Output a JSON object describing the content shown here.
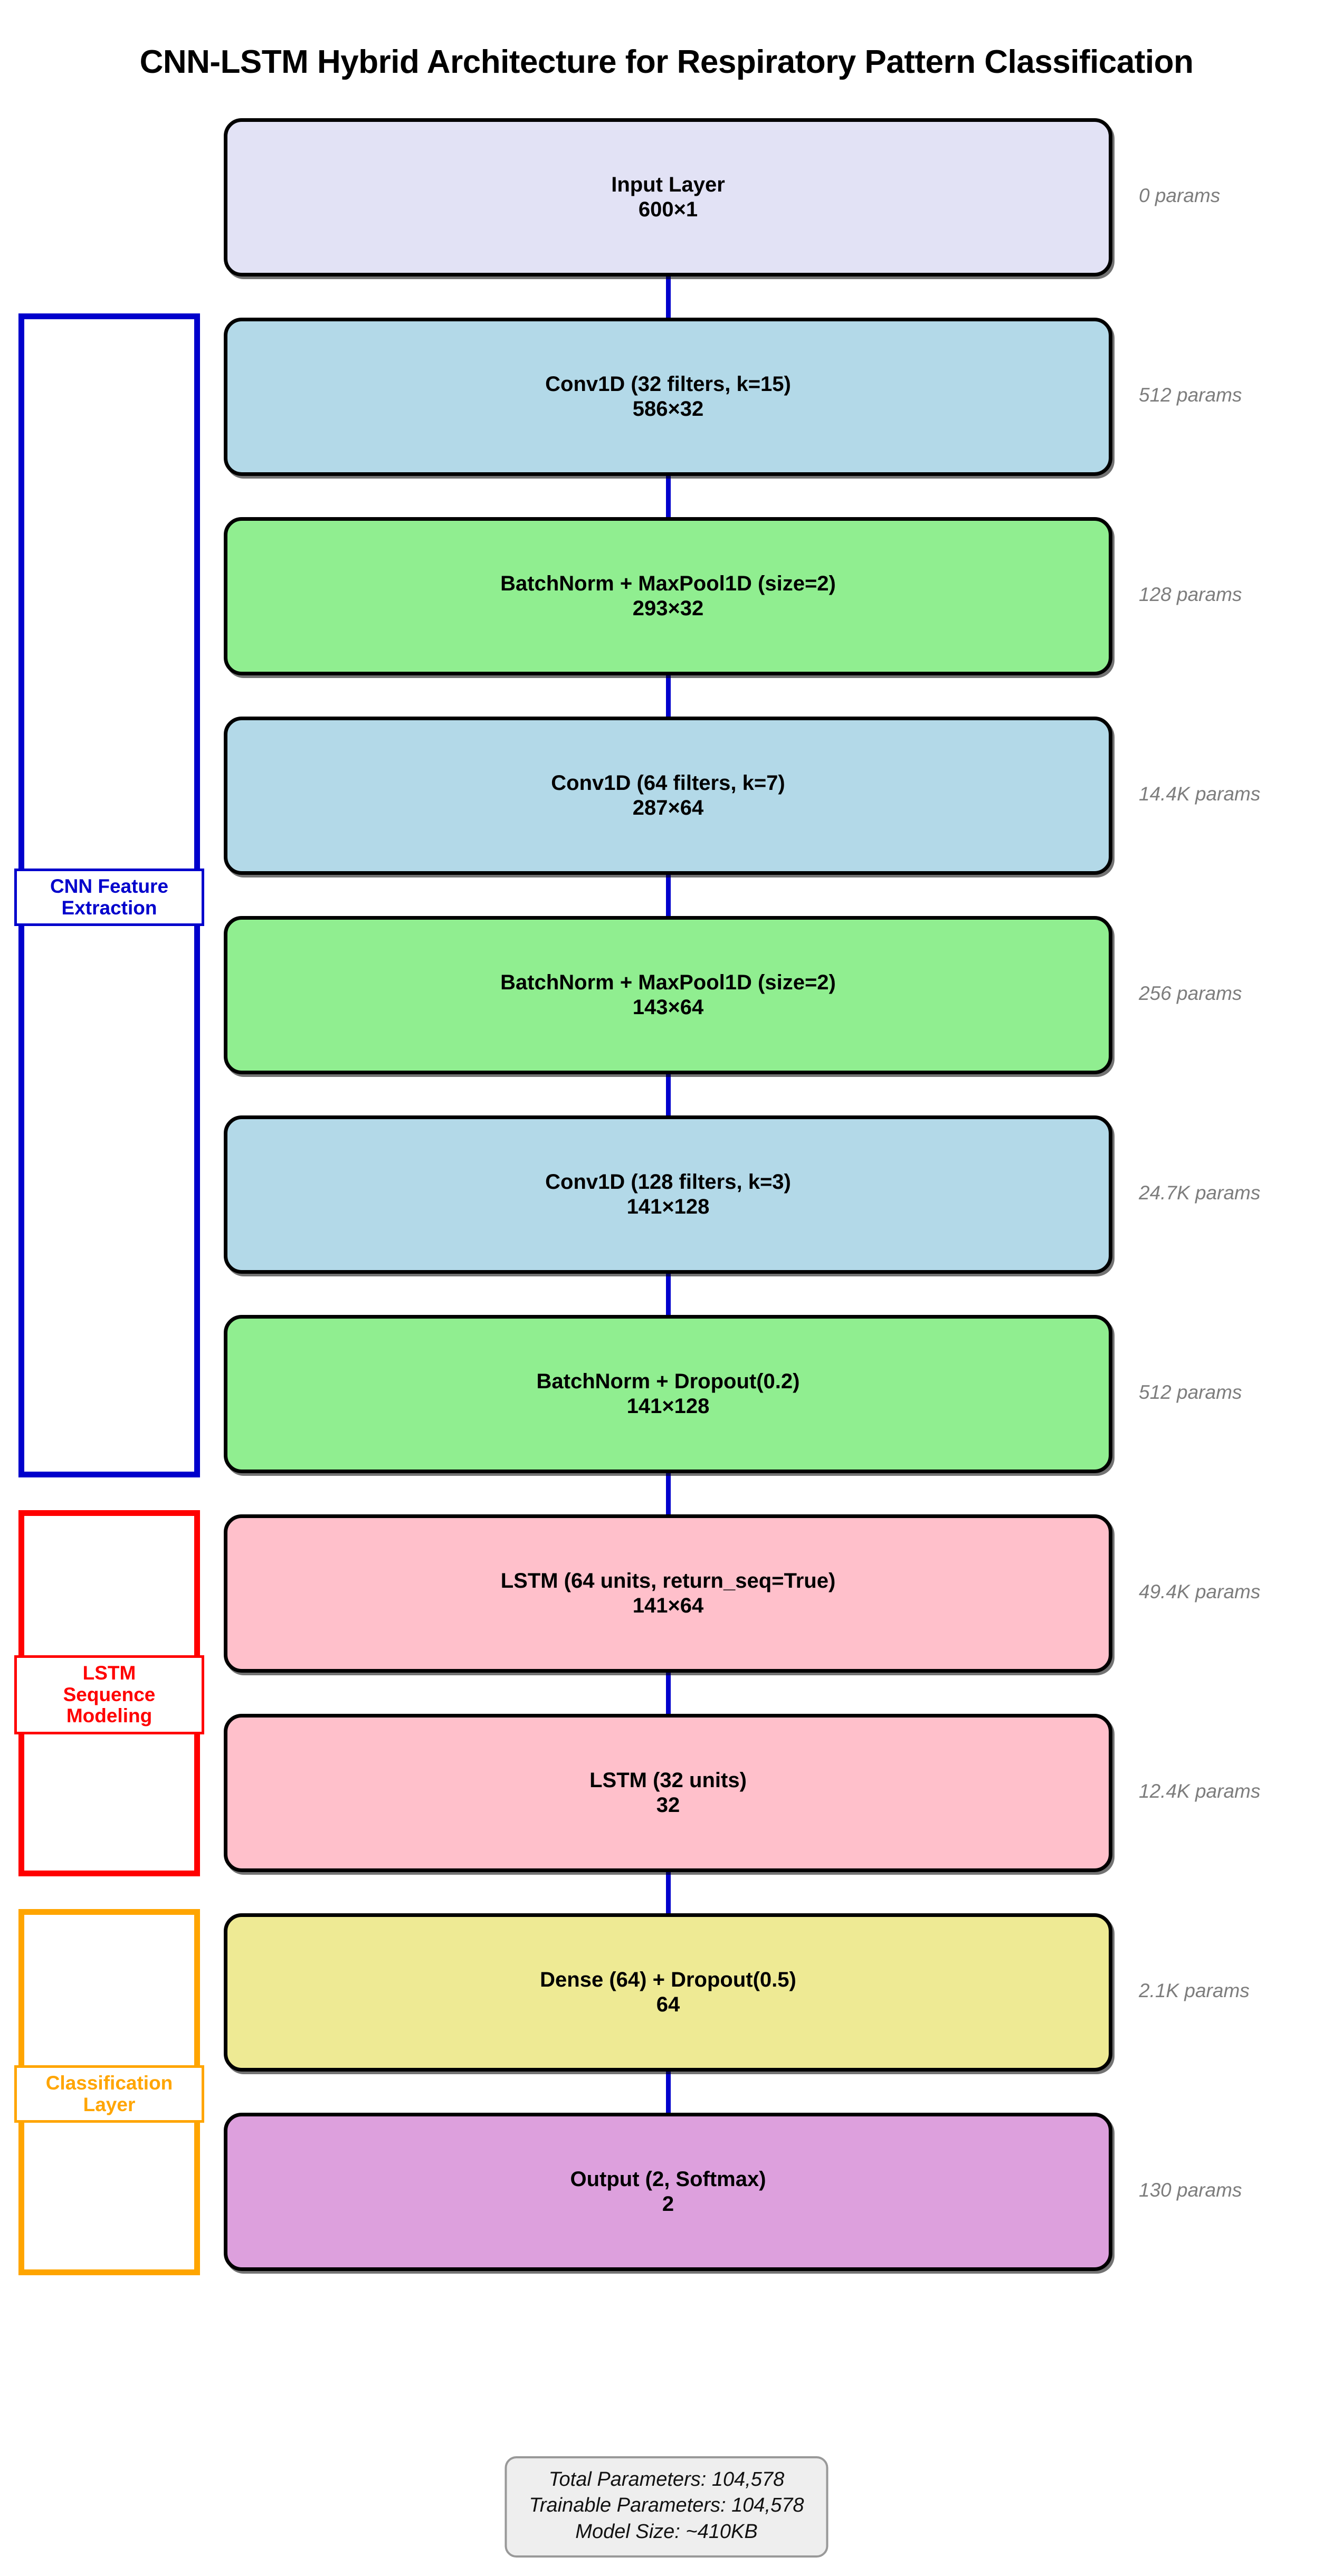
{
  "title": "CNN-LSTM Hybrid Architecture for Respiratory Pattern Classification",
  "colors": {
    "input": "#e2e2f5",
    "conv": "#b3d9e8",
    "norm": "#90ee90",
    "lstm": "#ffc0cb",
    "dense": "#eeea94",
    "output": "#dda0dd",
    "connector": "#0000cc",
    "group_cnn": "#0000cc",
    "group_lstm": "#ff0000",
    "group_cls": "#ffa500",
    "param_text": "#7d7d7d",
    "summary_bg": "#eeeeee",
    "summary_border": "#999999",
    "box_border": "#000000"
  },
  "layers": [
    {
      "name": "Input Layer",
      "shape": "600×1",
      "params": "0 params",
      "color_key": "input"
    },
    {
      "name": "Conv1D (32 filters, k=15)",
      "shape": "586×32",
      "params": "512 params",
      "color_key": "conv"
    },
    {
      "name": "BatchNorm + MaxPool1D (size=2)",
      "shape": "293×32",
      "params": "128 params",
      "color_key": "norm"
    },
    {
      "name": "Conv1D (64 filters, k=7)",
      "shape": "287×64",
      "params": "14.4K params",
      "color_key": "conv"
    },
    {
      "name": "BatchNorm + MaxPool1D (size=2)",
      "shape": "143×64",
      "params": "256 params",
      "color_key": "norm"
    },
    {
      "name": "Conv1D (128 filters, k=3)",
      "shape": "141×128",
      "params": "24.7K params",
      "color_key": "conv"
    },
    {
      "name": "BatchNorm + Dropout(0.2)",
      "shape": "141×128",
      "params": "512 params",
      "color_key": "norm"
    },
    {
      "name": "LSTM (64 units, return_seq=True)",
      "shape": "141×64",
      "params": "49.4K params",
      "color_key": "lstm"
    },
    {
      "name": "LSTM (32 units)",
      "shape": "32",
      "params": "12.4K params",
      "color_key": "lstm"
    },
    {
      "name": "Dense (64) + Dropout(0.5)",
      "shape": "64",
      "params": "2.1K params",
      "color_key": "dense"
    },
    {
      "name": "Output (2, Softmax)",
      "shape": "2",
      "params": "130 params",
      "color_key": "output"
    }
  ],
  "groups": [
    {
      "label": "CNN Feature\nExtraction",
      "color_key": "group_cnn",
      "first_layer": 1,
      "last_layer": 6
    },
    {
      "label": "LSTM\nSequence\nModeling",
      "color_key": "group_lstm",
      "first_layer": 7,
      "last_layer": 8
    },
    {
      "label": "Classification\nLayer",
      "color_key": "group_cls",
      "first_layer": 9,
      "last_layer": 10
    }
  ],
  "summary": {
    "total_parameters": "Total Parameters: 104,578",
    "trainable_parameters": "Trainable Parameters: 104,578",
    "model_size": "Model Size: ~410KB"
  }
}
